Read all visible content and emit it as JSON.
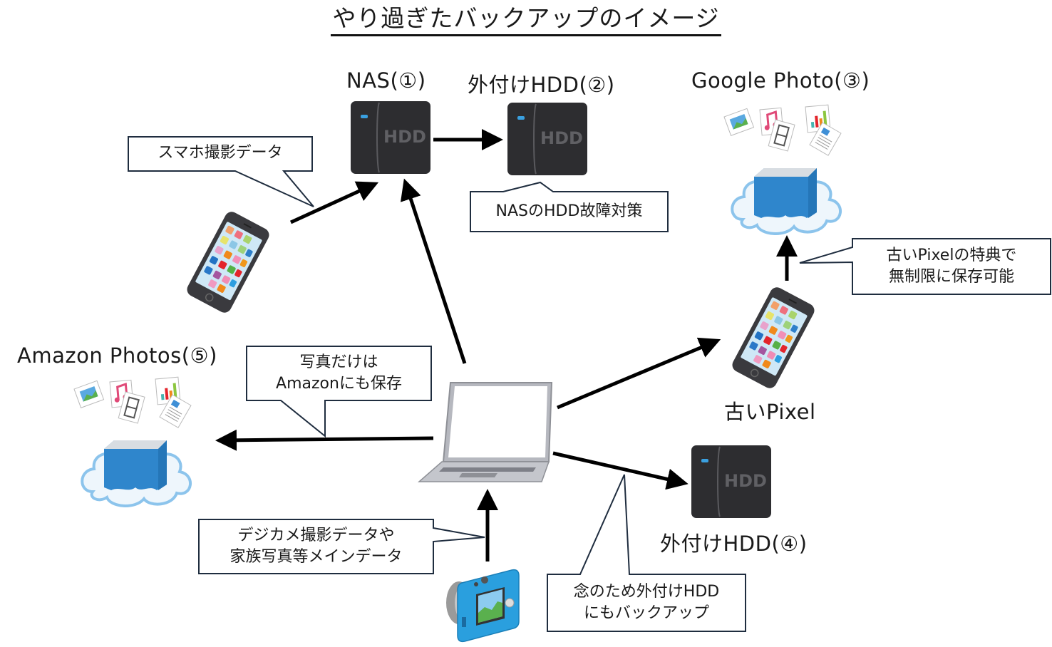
{
  "title": "やり過ぎたバックアップのイメージ",
  "nodes": {
    "nas": {
      "label": "NAS(①)",
      "icon": "hdd-icon",
      "icon_text": "HDD"
    },
    "ext_hdd_2": {
      "label": "外付けHDD(②)",
      "icon": "hdd-icon",
      "icon_text": "HDD"
    },
    "google_photo": {
      "label": "Google Photo(③)",
      "icon": "cloud-storage-icon"
    },
    "ext_hdd_4": {
      "label": "外付けHDD(④)",
      "icon": "hdd-icon",
      "icon_text": "HDD"
    },
    "amazon_photos": {
      "label": "Amazon Photos(⑤)",
      "icon": "cloud-storage-icon"
    },
    "old_pixel": {
      "label": "古いPixel",
      "icon": "smartphone-icon"
    },
    "smartphone": {
      "icon": "smartphone-icon"
    },
    "laptop": {
      "icon": "laptop-icon"
    },
    "camera": {
      "icon": "digital-camera-icon"
    }
  },
  "callouts": {
    "smartphone_data": {
      "lines": [
        "スマホ撮影データ"
      ]
    },
    "nas_hdd_failure": {
      "lines": [
        "NASのHDD故障対策"
      ]
    },
    "old_pixel_perk": {
      "lines": [
        "古いPixelの特典で",
        "無制限に保存可能"
      ]
    },
    "amazon_photos_only": {
      "lines": [
        "写真だけは",
        "Amazonにも保存"
      ]
    },
    "camera_main_data": {
      "lines": [
        "デジカメ撮影データや",
        "家族写真等メインデータ"
      ]
    },
    "ext_hdd_backup": {
      "lines": [
        "念のため外付けHDD",
        "にもバックアップ"
      ]
    }
  },
  "edges": [
    {
      "from": "smartphone",
      "to": "nas"
    },
    {
      "from": "nas",
      "to": "ext_hdd_2"
    },
    {
      "from": "laptop",
      "to": "nas"
    },
    {
      "from": "laptop",
      "to": "old_pixel"
    },
    {
      "from": "old_pixel",
      "to": "google_photo"
    },
    {
      "from": "laptop",
      "to": "amazon_photos"
    },
    {
      "from": "laptop",
      "to": "ext_hdd_4"
    },
    {
      "from": "camera",
      "to": "laptop"
    }
  ],
  "colors": {
    "hdd_body": "#2d2d30",
    "hdd_led": "#3aa0e0",
    "cloud_box": "#2f86cc",
    "cloud_outline": "#8cc4ec",
    "callout_border": "#1f2d3f",
    "camera_body": "#2a9fde",
    "laptop_body": "#b6b8bf"
  }
}
